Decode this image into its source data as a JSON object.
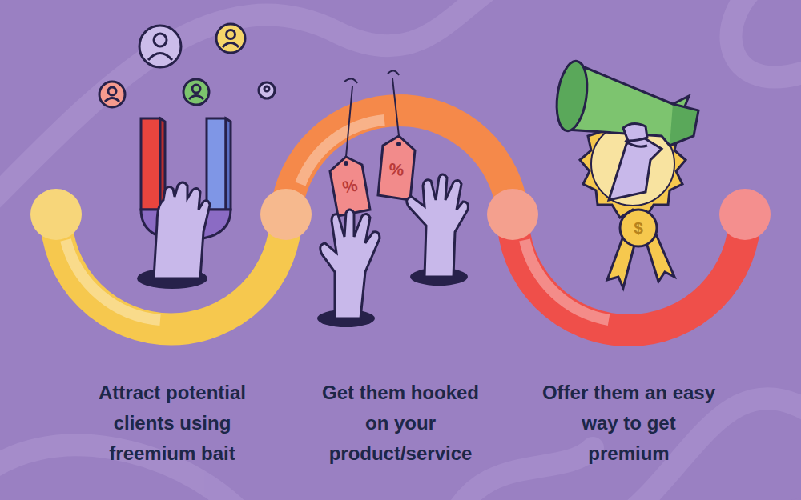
{
  "diagram": {
    "labels": [
      "Attract potential clients using freemium bait",
      "Get them hooked on your product/service",
      "Offer them an easy way to get premium",
      "%",
      "%",
      "$"
    ]
  }
}
